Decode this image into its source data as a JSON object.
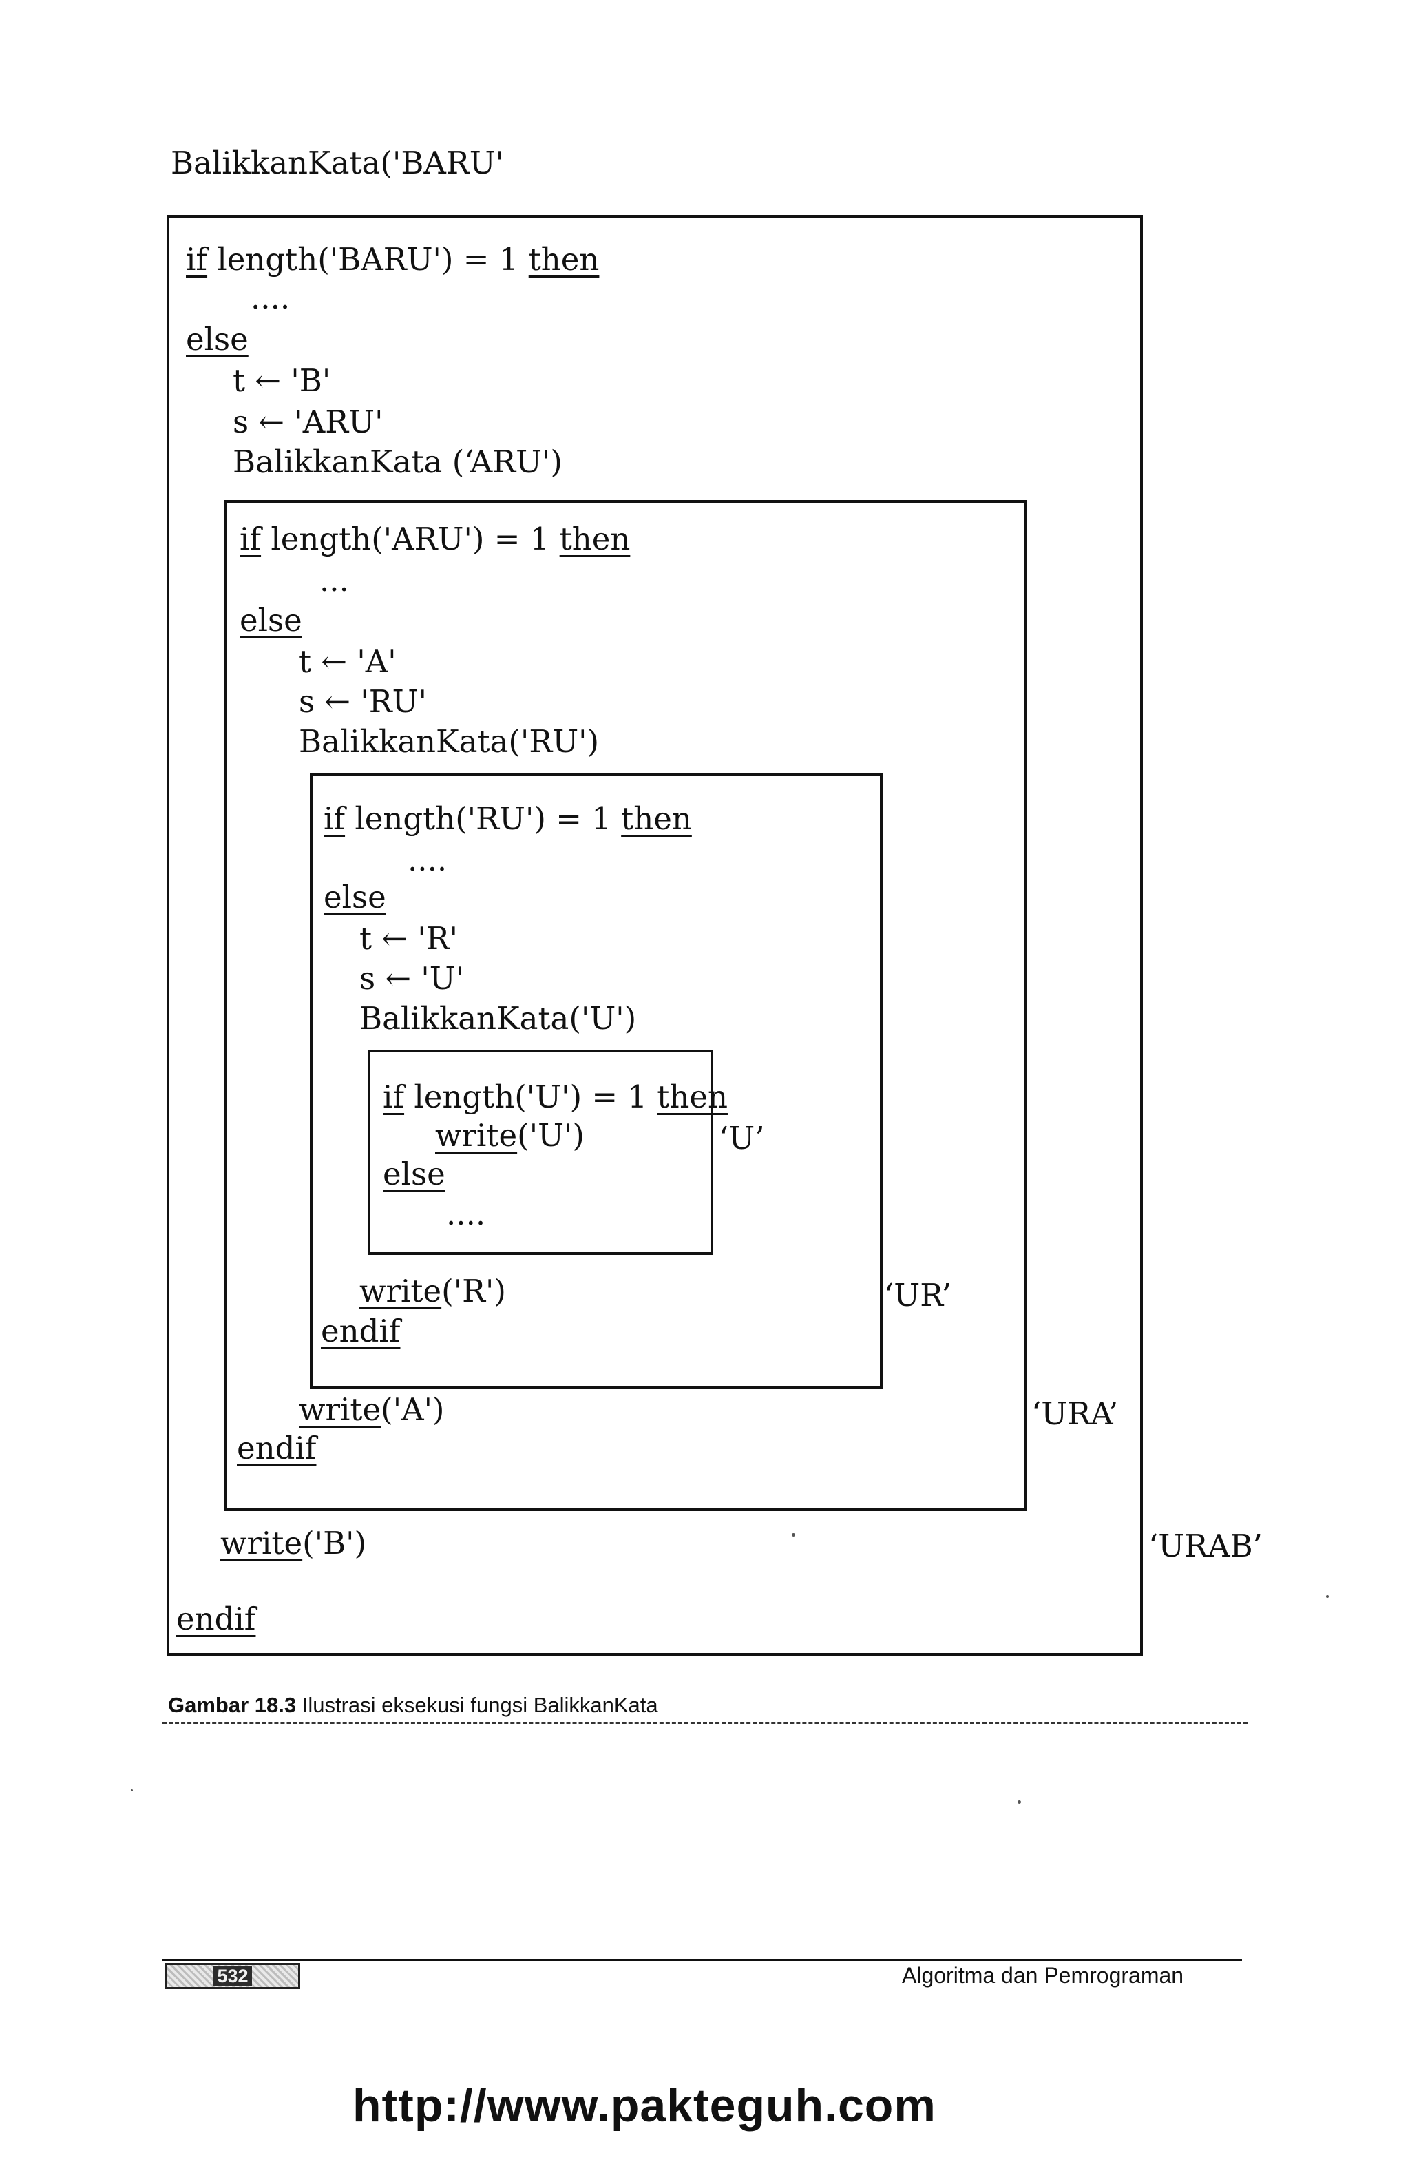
{
  "header": {
    "call": "BalikkanKata('BARU'"
  },
  "level1": {
    "if_kw": "if",
    "cond": " length('BARU') = 1 ",
    "then_kw": "then",
    "dots": "....",
    "else_kw": "else",
    "assign_t": "t ← 'B'",
    "assign_s": "s ← 'ARU'",
    "recursive_call": "BalikkanKata (‘ARU')",
    "write_kw": "write",
    "write_arg": "('B')",
    "endif_kw": "endif",
    "output": "‘URAB’"
  },
  "level2": {
    "if_kw": "if",
    "cond": " length('ARU') = 1 ",
    "then_kw": "then",
    "dots": "...",
    "else_kw": "else",
    "assign_t": "t ← 'A'",
    "assign_s": "s ← 'RU'",
    "recursive_call": "BalikkanKata('RU')",
    "write_kw": "write",
    "write_arg": "('A')",
    "endif_kw": "endif",
    "output": "‘URA’"
  },
  "level3": {
    "if_kw": "if",
    "cond": " length('RU') = 1 ",
    "then_kw": "then",
    "dots": "....",
    "else_kw": "else",
    "assign_t": "t ← 'R'",
    "assign_s": "s ← 'U'",
    "recursive_call": "BalikkanKata('U')",
    "write_kw": "write",
    "write_arg": "('R')",
    "endif_kw": "endif",
    "output": "‘UR’"
  },
  "level4": {
    "if_kw": "if",
    "cond": " length('U') = 1 ",
    "then_kw": "then",
    "write_kw": "write",
    "write_arg": "('U')",
    "else_kw": "else",
    "dots": "....",
    "output": "‘U’"
  },
  "caption": {
    "label": "Gambar 18.3",
    "text": " Ilustrasi eksekusi fungsi BalikkanKata"
  },
  "footer": {
    "page_number": "532",
    "book_title": "Algoritma dan Pemrograman",
    "url": "http://www.pakteguh.com"
  }
}
